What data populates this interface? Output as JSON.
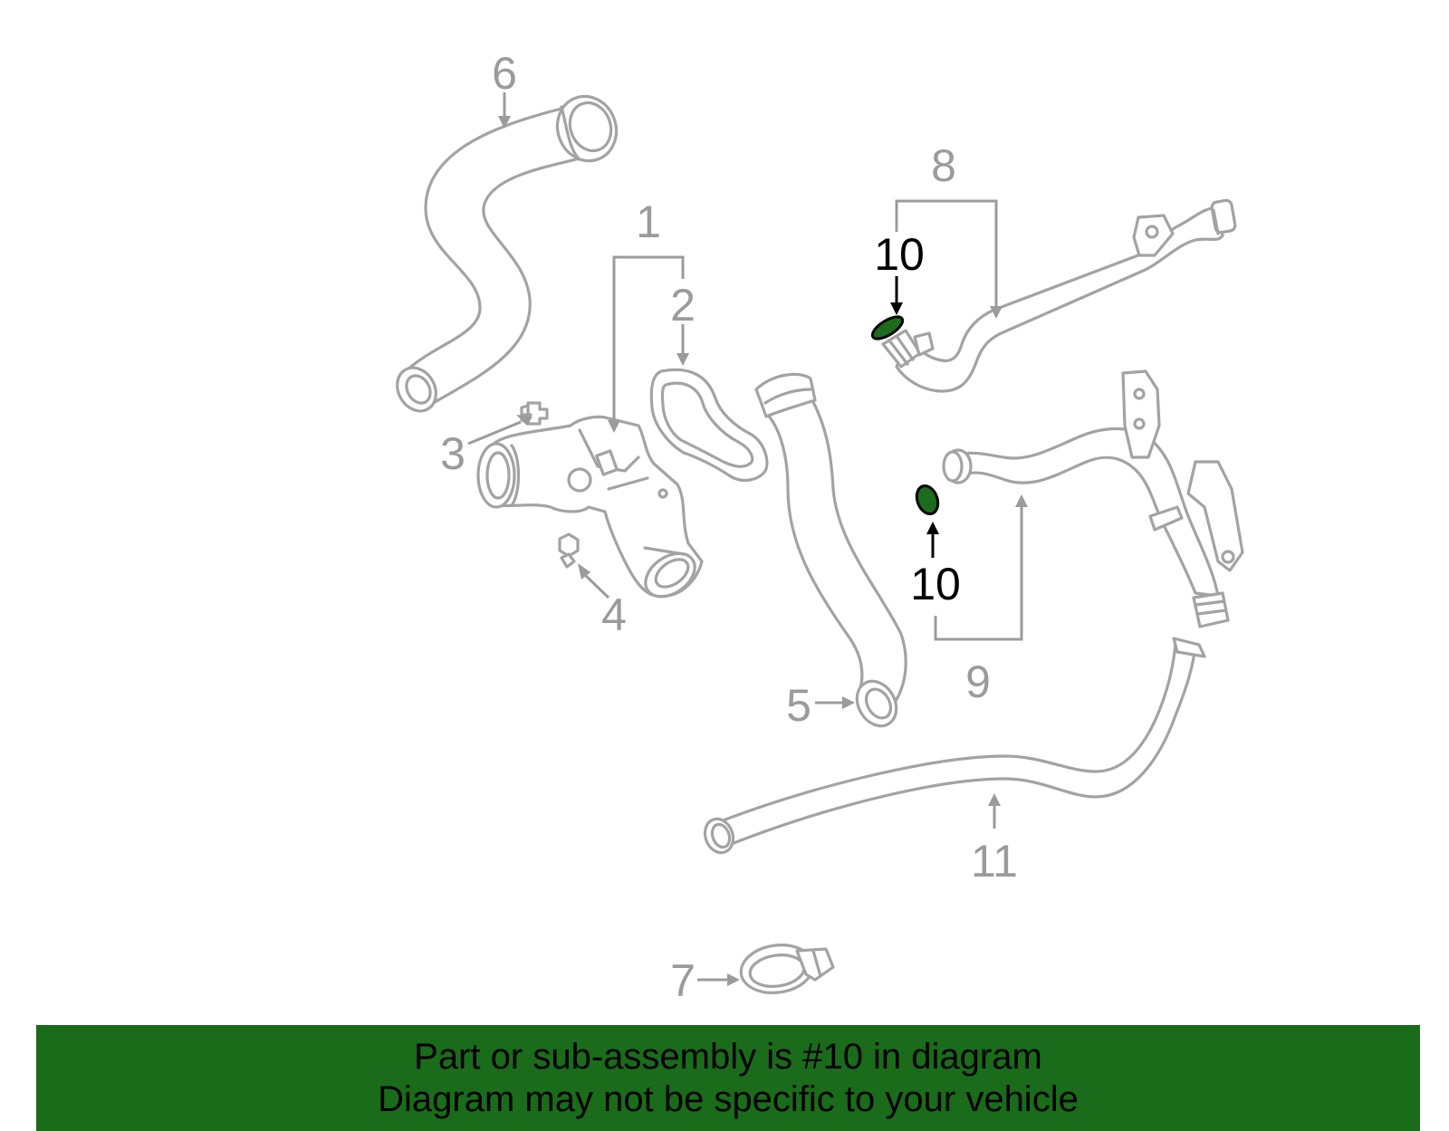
{
  "colors": {
    "banner_bg": "#1a6b1a",
    "highlight": "#1d6b1d",
    "part_stroke": "#a3a3a3",
    "callout_gray": "#9b9b9b",
    "callout_black": "#000000"
  },
  "callouts": {
    "c1": "1",
    "c2": "2",
    "c3": "3",
    "c4": "4",
    "c5": "5",
    "c6": "6",
    "c7": "7",
    "c8": "8",
    "c9": "9",
    "c10_top": "10",
    "c10_bottom": "10",
    "c11": "11"
  },
  "banner": {
    "line1": "Part or sub-assembly is #10 in diagram",
    "line2": "Diagram may not be specific to your vehicle"
  }
}
